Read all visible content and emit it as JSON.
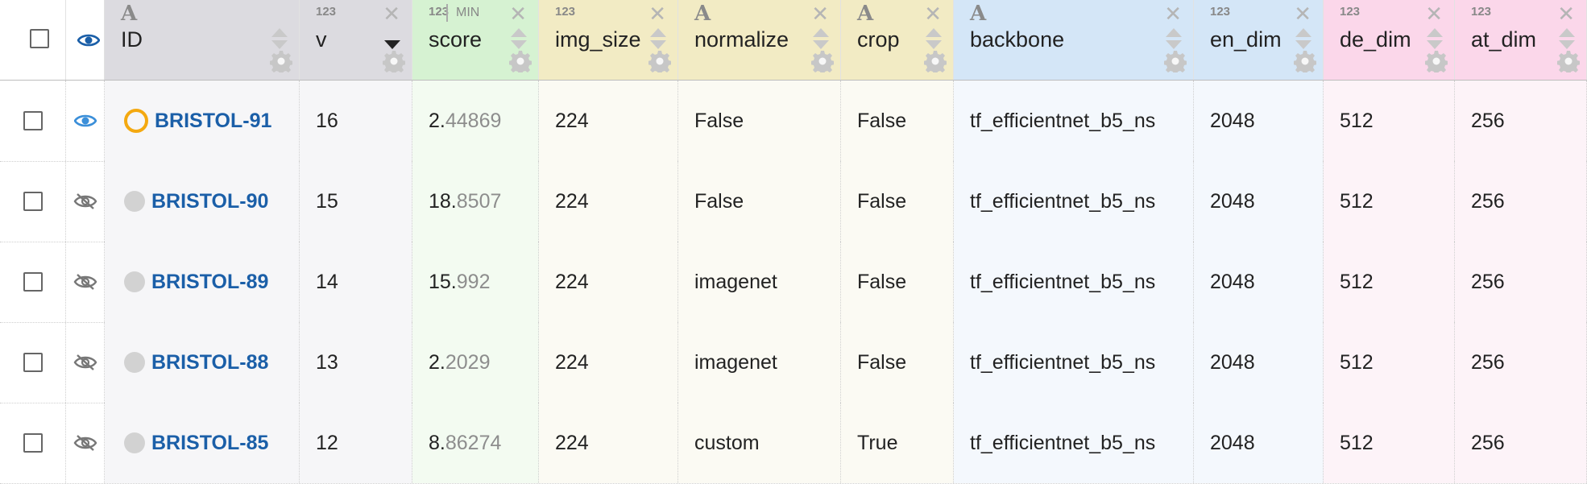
{
  "columns": [
    {
      "key": "id",
      "title": "ID",
      "type_label": "A",
      "type_kind": "text"
    },
    {
      "key": "v",
      "title": "v",
      "type_label": "123",
      "type_kind": "number",
      "sort": "desc"
    },
    {
      "key": "score",
      "title": "score",
      "type_label": "123",
      "type_kind": "number",
      "extra_label": "MIN"
    },
    {
      "key": "img_size",
      "title": "img_size",
      "type_label": "123",
      "type_kind": "number"
    },
    {
      "key": "normalize",
      "title": "normalize",
      "type_label": "A",
      "type_kind": "text"
    },
    {
      "key": "crop",
      "title": "crop",
      "type_label": "A",
      "type_kind": "text"
    },
    {
      "key": "backbone",
      "title": "backbone",
      "type_label": "A",
      "type_kind": "text"
    },
    {
      "key": "en_dim",
      "title": "en_dim",
      "type_label": "123",
      "type_kind": "number"
    },
    {
      "key": "de_dim",
      "title": "de_dim",
      "type_label": "123",
      "type_kind": "number"
    },
    {
      "key": "at_dim",
      "title": "at_dim",
      "type_label": "123",
      "type_kind": "number"
    }
  ],
  "colors": {
    "id_header": "#dcdbe0",
    "v_header": "#dcdbe0",
    "score_header": "#d6f2d2",
    "params_header": "#f2ebc4",
    "backbone_header": "#d4e6f7",
    "dims_blue_header": "#d4e6f7",
    "dims_pink_header": "#fbd7ea",
    "id_bg": "#f6f6f8",
    "v_bg": "#f6f6f8",
    "score_bg": "#f3fbf1",
    "params_bg": "#fbfaf3",
    "backbone_bg": "#f4f8fd",
    "blue_bg": "#f4f8fd",
    "pink_bg": "#fdf3f8",
    "link": "#1b5fa8",
    "running": "#f4a911"
  },
  "rows": [
    {
      "visible": true,
      "status": "running",
      "id": "BRISTOL-91",
      "v": "16",
      "score_int": "2.",
      "score_frac": "44869",
      "img_size": "224",
      "normalize": "False",
      "crop": "False",
      "backbone": "tf_efficientnet_b5_ns",
      "en_dim": "2048",
      "de_dim": "512",
      "at_dim": "256"
    },
    {
      "visible": false,
      "status": "done",
      "id": "BRISTOL-90",
      "v": "15",
      "score_int": "18.",
      "score_frac": "8507",
      "img_size": "224",
      "normalize": "False",
      "crop": "False",
      "backbone": "tf_efficientnet_b5_ns",
      "en_dim": "2048",
      "de_dim": "512",
      "at_dim": "256"
    },
    {
      "visible": false,
      "status": "done",
      "id": "BRISTOL-89",
      "v": "14",
      "score_int": "15.",
      "score_frac": "992",
      "img_size": "224",
      "normalize": "imagenet",
      "crop": "False",
      "backbone": "tf_efficientnet_b5_ns",
      "en_dim": "2048",
      "de_dim": "512",
      "at_dim": "256"
    },
    {
      "visible": false,
      "status": "done",
      "id": "BRISTOL-88",
      "v": "13",
      "score_int": "2.",
      "score_frac": "2029",
      "img_size": "224",
      "normalize": "imagenet",
      "crop": "False",
      "backbone": "tf_efficientnet_b5_ns",
      "en_dim": "2048",
      "de_dim": "512",
      "at_dim": "256"
    },
    {
      "visible": false,
      "status": "done",
      "id": "BRISTOL-85",
      "v": "12",
      "score_int": "8.",
      "score_frac": "86274",
      "img_size": "224",
      "normalize": "custom",
      "crop": "True",
      "backbone": "tf_efficientnet_b5_ns",
      "en_dim": "2048",
      "de_dim": "512",
      "at_dim": "256"
    }
  ]
}
